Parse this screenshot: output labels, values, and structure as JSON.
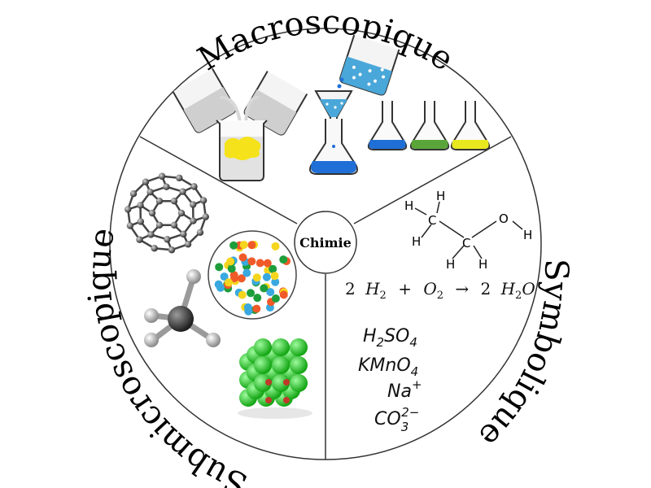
{
  "center_label": "Chimie",
  "sections": {
    "macroscopic": {
      "label": "Macroscopique"
    },
    "symbolic": {
      "label": "Symbolique"
    },
    "submicroscopic": {
      "label": "Submicroscopique"
    }
  },
  "ethanol_atoms": {
    "h_top": "H",
    "h_top2": "H",
    "c1": "C",
    "h_left": "H",
    "h_bottom": "H",
    "c2": "C",
    "h_c2_b1": "H",
    "h_c2_b2": "H",
    "o": "O",
    "h_o": "H"
  },
  "equation": {
    "coef1": "2",
    "h2": "H",
    "h2_sub": "2",
    "plus": "+",
    "o2": "O",
    "o2_sub": "2",
    "arrow": "→",
    "coef2": "2",
    "h2o_h": "H",
    "h2o_sub": "2",
    "h2o_o": "O"
  },
  "formulas": [
    {
      "main": "H",
      "sub1": "2",
      "mid": "SO",
      "sub2": "4"
    },
    {
      "main": "KMnO",
      "sub1": "4"
    },
    {
      "main": "Na",
      "sup": "+"
    },
    {
      "main": "CO",
      "sub1": "3",
      "sup": "2−"
    }
  ],
  "colors": {
    "outline": "#333333",
    "flask_blue": "#1f6fd6",
    "flask_green": "#5aa53a",
    "flask_yellow": "#e8e81e",
    "precipitate": "#f5e21b",
    "crystal": "#2fdc2f"
  }
}
